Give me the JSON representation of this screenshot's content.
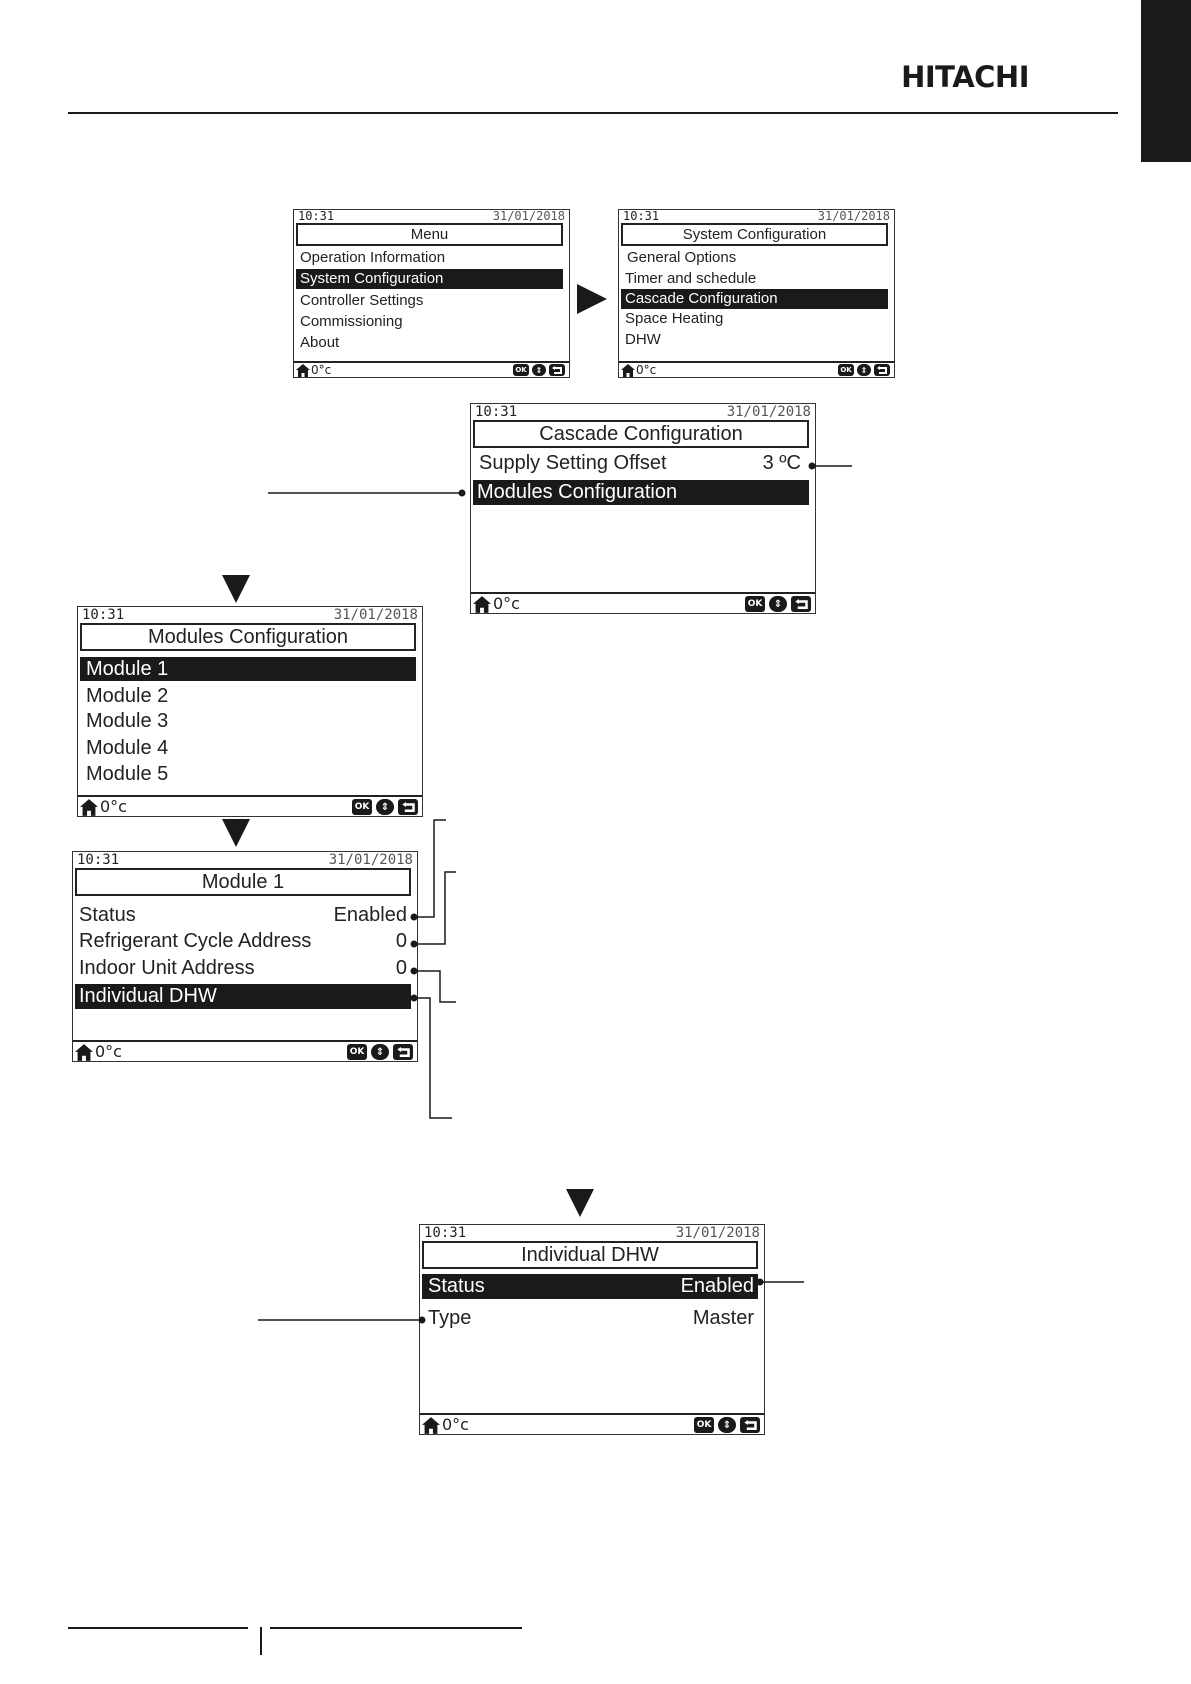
{
  "brand": "HITACHI",
  "status_bar": {
    "time": "10:31",
    "date": "31/01/2018",
    "temp": "0°c"
  },
  "keys": {
    "ok": "OK"
  },
  "icons": {
    "home": "home-icon",
    "updown": "up-down-icon",
    "back": "back-icon"
  },
  "screens": {
    "menu": {
      "title": "Menu",
      "items": [
        "Operation Information",
        "System Configuration",
        "Controller Settings",
        "Commissioning",
        "About"
      ]
    },
    "system_config": {
      "title": "System Configuration",
      "items": [
        "General Options",
        "Timer and schedule",
        "Cascade Configuration",
        "Space Heating",
        "DHW"
      ]
    },
    "cascade": {
      "title": "Cascade Configuration",
      "rows": [
        {
          "label": "Supply Setting Offset",
          "value": "3 ºC"
        },
        {
          "label": "Modules Configuration",
          "value": ""
        }
      ]
    },
    "modules": {
      "title": "Modules Configuration",
      "items": [
        "Module 1",
        "Module 2",
        "Module 3",
        "Module 4",
        "Module 5"
      ]
    },
    "module1": {
      "title": "Module 1",
      "rows": [
        {
          "label": "Status",
          "value": "Enabled"
        },
        {
          "label": "Refrigerant Cycle Address",
          "value": "0"
        },
        {
          "label": "Indoor Unit Address",
          "value": "0"
        },
        {
          "label": "Individual DHW",
          "value": ""
        }
      ]
    },
    "dhw": {
      "title": "Individual DHW",
      "rows": [
        {
          "label": "Status",
          "value": "Enabled"
        },
        {
          "label": "Type",
          "value": "Master"
        }
      ]
    }
  }
}
